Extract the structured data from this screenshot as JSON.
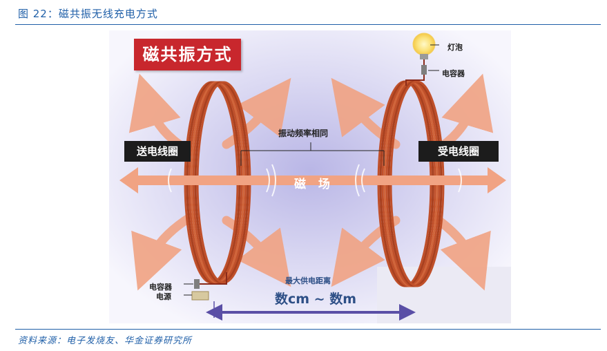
{
  "figure": {
    "title": "图 22：磁共振无线充电方式",
    "source": "资料来源：电子发烧友、华金证券研究所"
  },
  "diagram": {
    "title": "磁共振方式",
    "labels": {
      "transmit_coil": "送电线圈",
      "receive_coil": "受电线圈",
      "same_frequency": "振动频率相同",
      "magnetic_field": "磁 场",
      "bulb": "灯泡",
      "capacitor_right": "电容器",
      "capacitor_left": "电容器",
      "power_source": "电源",
      "max_distance": "最大供电距离",
      "distance_range": "数cm ~ 数m"
    },
    "colors": {
      "title_red": "#c8272d",
      "coil_copper": "#c0502a",
      "arrow_salmon": "#f1a383",
      "distance_purple": "#5a4fa6",
      "label_black": "#1c1c1c",
      "header_blue": "#1f5fa8"
    },
    "icons": [
      "lightbulb-icon",
      "capacitor-icon",
      "power-source-icon",
      "double-arrow-icon"
    ]
  }
}
